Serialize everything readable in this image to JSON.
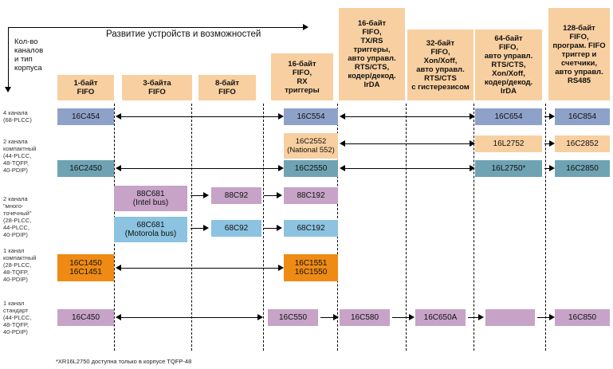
{
  "title": "Развитие устройств и возможностей",
  "corner_label": "Кол-во\nканалов\nи тип\nкорпуса",
  "headers": [
    "1-байт\nFIFO",
    "3-байта\nFIFO",
    "8-байт\nFIFO",
    "16-байт\nFIFO,\nRX\nтриггеры",
    "16-байт\nFIFO,\nTX/RS\nтриггеры,\nавто управл.\nRTS/CTS,\nкодер/декод.\nIrDA",
    "32-байт\nFIFO,\nXon/Xoff,\nавто управл.\nRTS/CTS\nс гистерезисом",
    "64-байт\nFIFO,\nавто управл.\nRTS/CTS,\nXon/Xoff,\nкодер/декод.\nIrDA",
    "128-байт\nFIFO,\nпрограм. FIFO\nтриггер и\nсчетчики,\nавто управл.\nRS485"
  ],
  "row_labels": {
    "quad": "4 канала\n(68-PLCC)",
    "dual_compat": "2 канала\nкомпактный\n(44-PLCC,\n48-TQFP,\n40-PDIP)",
    "dual_multi": "2 канала\n\"много-\nточечный\"\n(28-PLCC,\n44-PLCC,\n40-PDIP)",
    "single_compat": "1 канал\nкомпактный\n(28-PLCC,\n48-TQFP,\n40-PDIP)",
    "single_std": "1 канал\nстандарт\n(44-PLCC,\n48-TQFP,\n40-PDIP)"
  },
  "chips": {
    "c16C454": "16C454",
    "c16C554": "16C554",
    "c16C654": "16C654",
    "c16C854": "16C854",
    "c16C2552": "16C2552\n(National 552)",
    "c16L2752": "16L2752",
    "c16C2852": "16C2852",
    "c16C2450": "16C2450",
    "c16C2550": "16C2550",
    "c16L2750": "16L2750*",
    "c16C2850": "16C2850",
    "c88C681": "88C681\n(Intel bus)",
    "c88C92": "88C92",
    "c88C192": "88C192",
    "c68C681": "68C681\n(Motorola bus)",
    "c68C92": "68C92",
    "c68C192": "68C192",
    "c16C1450": "16C1450\n16C1451",
    "c16C1551": "16C1551\n16C1550",
    "c16C450": "16C450",
    "c16C550": "16C550",
    "c16C580": "16C580",
    "c16C650A": "16C650A",
    "c16C750": "",
    "c16C850": "16C850"
  },
  "footnote": "*XR16L2750 доступна только в корпусе TQFP-48",
  "colors": {
    "header": "#f8cfa0",
    "blue": "#8ea2c9",
    "teal": "#6fa3b3",
    "purple": "#c6a3c7",
    "light_blue": "#8cc3e1",
    "orange": "#ef8b14"
  }
}
